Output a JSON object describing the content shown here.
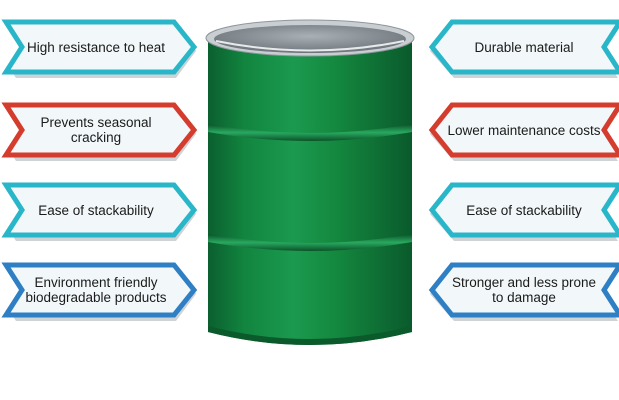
{
  "left_callouts": [
    {
      "text": "High resistance to heat",
      "color": "#29b6c9"
    },
    {
      "text": "Prevents seasonal cracking",
      "color": "#d43c2e"
    },
    {
      "text": "Ease of stackability",
      "color": "#29b6c9"
    },
    {
      "text": "Environment friendly biodegradable products",
      "color": "#2f7fc4"
    }
  ],
  "right_callouts": [
    {
      "text": "Durable material",
      "color": "#29b6c9"
    },
    {
      "text": "Lower maintenance costs",
      "color": "#d43c2e"
    },
    {
      "text": "Ease of stackability",
      "color": "#29b6c9"
    },
    {
      "text": "Stronger and less prone to damage",
      "color": "#2f7fc4"
    }
  ],
  "drum": {
    "body_color": "#138a45",
    "rim_color": "#c9ced3",
    "inner_color": "#8e969d"
  }
}
